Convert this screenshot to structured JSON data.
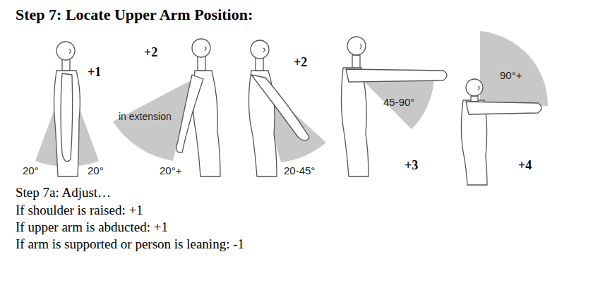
{
  "diagram": {
    "title": "Step 7: Locate Upper Arm Position:",
    "labels": [
      "+1",
      "+2",
      "in extension",
      "20°",
      "20°",
      "20°+",
      "+2",
      "20-45°",
      "45-90°",
      "+3",
      "90°+",
      "+4",
      "Step 7a: Adjust…",
      "If shoulder is raised:  +1",
      "If upper arm is abducted:  +1",
      "If arm is supported or person is leaning: -1"
    ]
  }
}
